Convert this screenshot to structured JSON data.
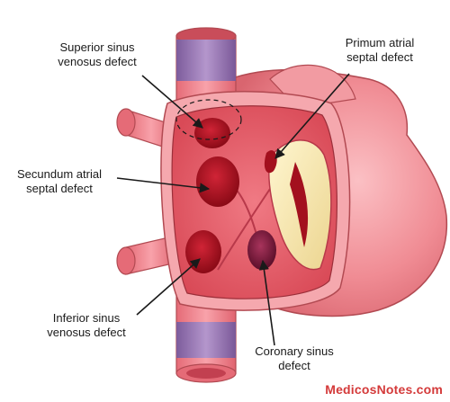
{
  "labels": {
    "superior": "Superior sinus\nvenosus defect",
    "primum": "Primum atrial\nseptal defect",
    "secundum": "Secundum atrial\nseptal defect",
    "inferior": "Inferior sinus\nvenosus defect",
    "coronary": "Coronary sinus\ndefect"
  },
  "watermark": "MedicosNotes.com",
  "colors": {
    "heart_body": "#f08c94",
    "heart_outline": "#b24a52",
    "atrium_wall": "#f5a8ae",
    "atrium_interior": "#e65c68",
    "defect": "#a3101e",
    "coronary_defect": "#7a1a3a",
    "vein_band": "#8c6aa8",
    "primum_area": "#f5e6b0",
    "arrow": "#1a1a1a",
    "watermark": "#d43a3a"
  }
}
